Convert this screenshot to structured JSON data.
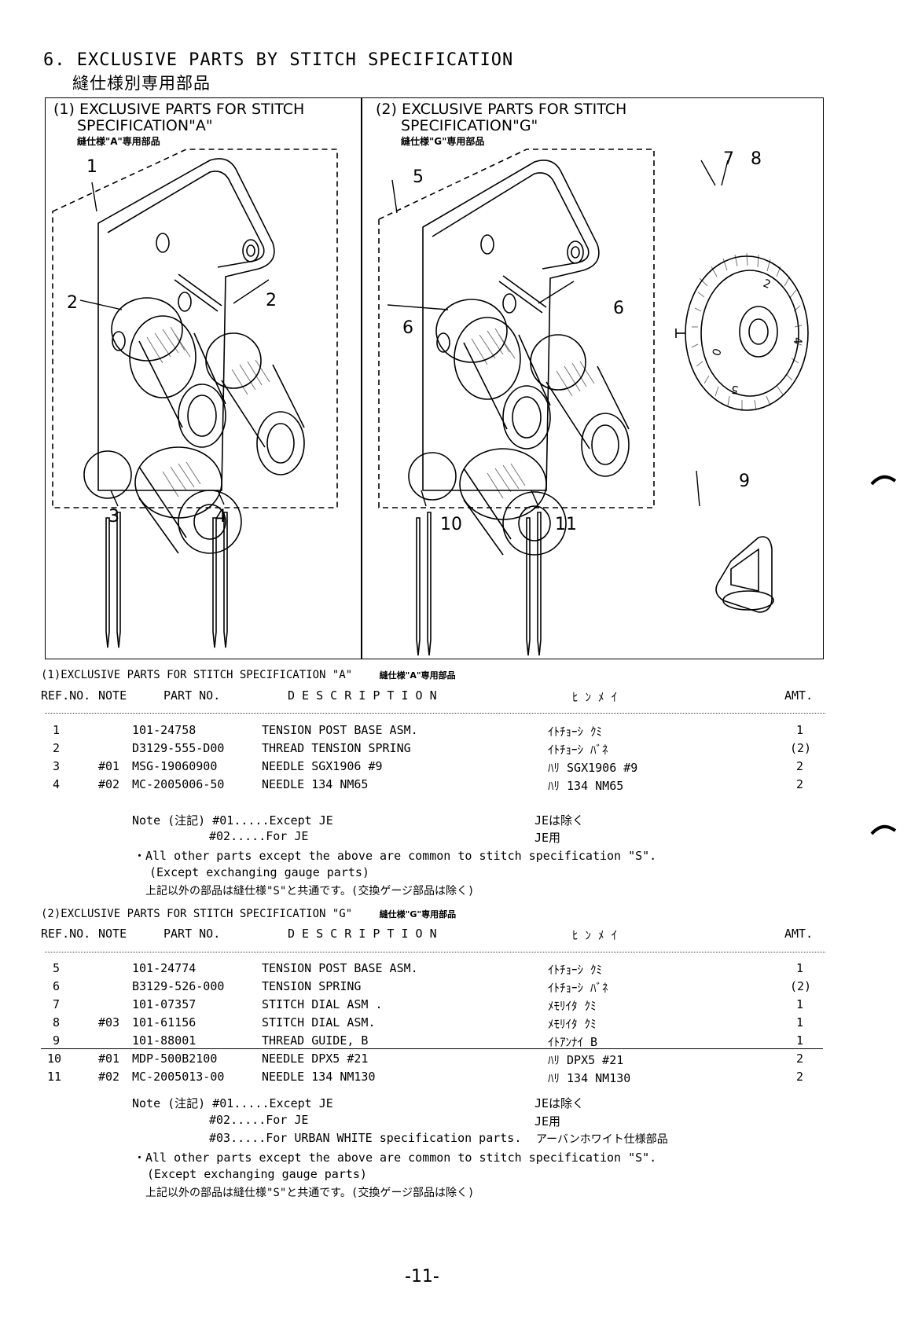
{
  "header": {
    "section_title": "6. EXCLUSIVE PARTS BY STITCH SPECIFICATION",
    "section_title_jp": "縫仕様別専用部品"
  },
  "panels": {
    "a": {
      "title_line1": "(1) EXCLUSIVE PARTS FOR STITCH",
      "title_line2": "SPECIFICATION\"A\"",
      "title_jp": "縫仕様\"A\"専用部品",
      "callouts": [
        "1",
        "2",
        "2",
        "3",
        "4"
      ]
    },
    "g": {
      "title_line1": "(2) EXCLUSIVE PARTS FOR STITCH",
      "title_line2": "SPECIFICATION\"G\"",
      "title_jp": "縫仕様\"G\"専用部品",
      "callouts": [
        "5",
        "6",
        "6",
        "10",
        "11",
        "7",
        "8",
        "9"
      ]
    }
  },
  "columns": {
    "ref": "REF.NO.",
    "note": "NOTE",
    "part": "PART NO.",
    "desc": "D E S C R I P T I O N",
    "kana": "ﾋ ﾝ ﾒ ｲ",
    "amt": "AMT."
  },
  "table_a": {
    "heading": "(1)EXCLUSIVE PARTS FOR STITCH SPECIFICATION \"A\"",
    "heading_jp": "縫仕様\"A\"専用部品",
    "rows": [
      {
        "ref": "1",
        "note": "",
        "part": "101-24758",
        "desc": "TENSION POST BASE ASM.",
        "kana": "ｲﾄﾁｮｰｼ ｸﾐ",
        "amt": "1"
      },
      {
        "ref": "2",
        "note": "",
        "part": "D3129-555-D00",
        "desc": "THREAD TENSION SPRING",
        "kana": "ｲﾄﾁｮｰｼ ﾊﾞﾈ",
        "amt": "(2)"
      },
      {
        "ref": "3",
        "note": "#01",
        "part": "MSG-19060900",
        "desc": "NEEDLE SGX1906  #9",
        "kana": "ﾊﾘ SGX1906 #9",
        "amt": "2"
      },
      {
        "ref": "4",
        "note": "#02",
        "part": "MC-2005006-50",
        "desc": "NEEDLE 134 NM65",
        "kana": "ﾊﾘ 134 NM65",
        "amt": "2"
      }
    ],
    "notes": [
      {
        "label": "Note (注記) #01.....Except JE",
        "jp": "JEは除く"
      },
      {
        "label": "#02.....For JE",
        "jp": "JE用"
      }
    ],
    "common_line": "・All other parts except the above are common to stitch specification \"S\".",
    "except_line": "(Except exchanging gauge parts)",
    "jp_line": "上記以外の部品は縫仕様\"S\"と共通です。(交換ゲージ部品は除く)"
  },
  "table_g": {
    "heading": "(2)EXCLUSIVE PARTS FOR STITCH SPECIFICATION \"G\"",
    "heading_jp": "縫仕様\"G\"専用部品",
    "rows": [
      {
        "ref": "5",
        "note": "",
        "part": "101-24774",
        "desc": "TENSION POST BASE ASM.",
        "kana": "ｲﾄﾁｮｰｼ ｸﾐ",
        "amt": "1"
      },
      {
        "ref": "6",
        "note": "",
        "part": "B3129-526-000",
        "desc": "TENSION SPRING",
        "kana": "ｲﾄﾁｮｰｼ ﾊﾞﾈ",
        "amt": "(2)"
      },
      {
        "ref": "7",
        "note": "",
        "part": "101-07357",
        "desc": "STITCH DIAL ASM .",
        "kana": "ﾒﾓﾘｲﾀ ｸﾐ",
        "amt": "1"
      },
      {
        "ref": "8",
        "note": "#03",
        "part": "101-61156",
        "desc": "STITCH DIAL ASM.",
        "kana": "ﾒﾓﾘｲﾀ ｸﾐ",
        "amt": "1"
      },
      {
        "ref": "9",
        "note": "",
        "part": "101-88001",
        "desc": "THREAD GUIDE, B",
        "kana": "ｲﾄｱﾝﾅｲ B",
        "amt": "1"
      },
      {
        "ref": "10",
        "note": "#01",
        "part": "MDP-500B2100",
        "desc": "NEEDLE DPX5 #21",
        "kana": "ﾊﾘ DPX5 #21",
        "amt": "2"
      },
      {
        "ref": "11",
        "note": "#02",
        "part": "MC-2005013-00",
        "desc": "NEEDLE 134 NM130",
        "kana": "ﾊﾘ 134 NM130",
        "amt": "2"
      }
    ],
    "notes": [
      {
        "label": "Note (注記) #01.....Except JE",
        "jp": "JEは除く"
      },
      {
        "label": "#02.....For JE",
        "jp": "JE用"
      },
      {
        "label": "#03.....For URBAN WHITE specification parts.",
        "jp": "アーバンホワイト仕様部品"
      }
    ],
    "common_line": "・All other parts except the above are common to stitch specification \"S\".",
    "except_line": "(Except exchanging gauge parts)",
    "jp_line": "上記以外の部品は縫仕様\"S\"と共通です。(交換ゲージ部品は除く)"
  },
  "footer": {
    "page_number": "-11-"
  }
}
